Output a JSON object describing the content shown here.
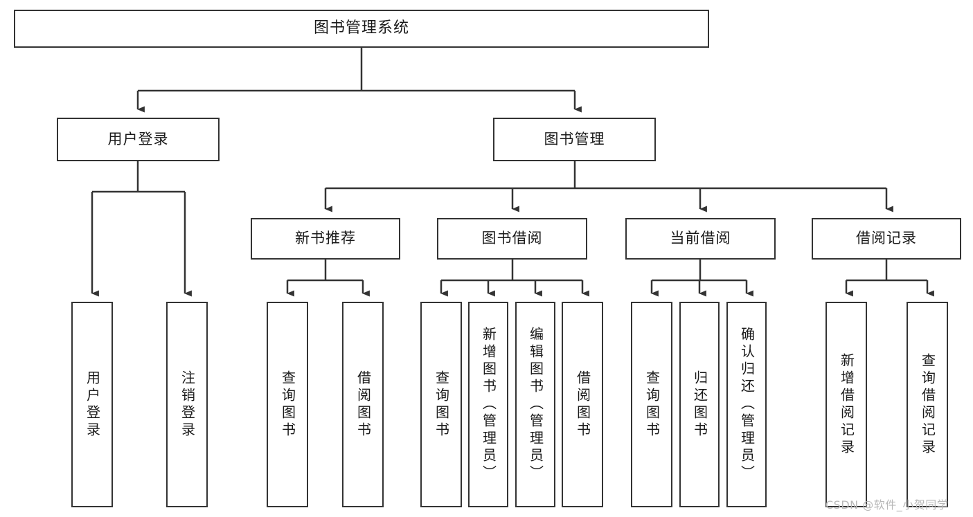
{
  "diagram": {
    "title": "图书管理系统",
    "type": "tree-hierarchy-diagram",
    "orientation": "top-down",
    "colors": {
      "box_border": "#333333",
      "box_fill": "#ffffff",
      "edge": "#333333",
      "text": "#1a1a1a",
      "watermark": "#b8b8b8",
      "background": "#ffffff"
    },
    "nodes": {
      "root": {
        "label": "图书管理系统"
      },
      "level2": [
        {
          "id": "user-login",
          "label": "用户登录"
        },
        {
          "id": "book-management",
          "label": "图书管理"
        }
      ],
      "level3": [
        {
          "id": "new-book-recommend",
          "label": "新书推荐"
        },
        {
          "id": "book-borrow",
          "label": "图书借阅"
        },
        {
          "id": "current-borrow",
          "label": "当前借阅"
        },
        {
          "id": "borrow-record",
          "label": "借阅记录"
        }
      ],
      "leaves": {
        "user_login": [
          {
            "id": "leaf-user-login",
            "label": "用户登录"
          },
          {
            "id": "leaf-logout-login",
            "label": "注销登录"
          }
        ],
        "new_book_recommend": [
          {
            "id": "leaf-query-book-1",
            "label": "查询图书"
          },
          {
            "id": "leaf-borrow-book-1",
            "label": "借阅图书"
          }
        ],
        "book_borrow": [
          {
            "id": "leaf-query-book-2",
            "label": "查询图书"
          },
          {
            "id": "leaf-add-book",
            "label": "新增图书（管理员）"
          },
          {
            "id": "leaf-edit-book",
            "label": "编辑图书（管理员）"
          },
          {
            "id": "leaf-borrow-book-2",
            "label": "借阅图书"
          }
        ],
        "current_borrow": [
          {
            "id": "leaf-query-book-3",
            "label": "查询图书"
          },
          {
            "id": "leaf-return-book",
            "label": "归还图书"
          },
          {
            "id": "leaf-confirm-return",
            "label": "确认归还（管理员）"
          }
        ],
        "borrow_record": [
          {
            "id": "leaf-add-record",
            "label": "新增借阅记录"
          },
          {
            "id": "leaf-query-record",
            "label": "查询借阅记录"
          }
        ]
      }
    }
  },
  "watermark": {
    "text": "CSDN @软件_小贺同学"
  }
}
